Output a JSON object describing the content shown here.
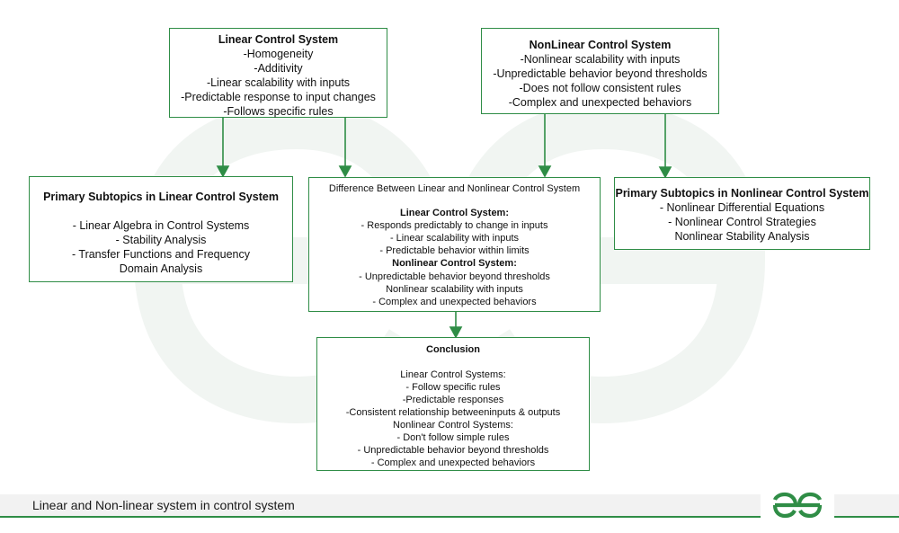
{
  "linear_box": {
    "title": "Linear Control System",
    "lines": [
      "-Homogeneity",
      "-Additivity",
      "-Linear scalability with inputs",
      "-Predictable response to input changes",
      "-Follows specific rules"
    ]
  },
  "nonlinear_box": {
    "title": "NonLinear Control System",
    "lines": [
      "-Nonlinear scalability with inputs",
      "-Unpredictable behavior beyond thresholds",
      "-Does not follow consistent rules",
      "-Complex and unexpected behaviors"
    ]
  },
  "linear_subtopics": {
    "title": "Primary Subtopics in Linear Control System",
    "lines": [
      "- Linear Algebra in Control Systems",
      "- Stability Analysis",
      "- Transfer Functions and Frequency",
      "Domain Analysis"
    ]
  },
  "nonlinear_subtopics": {
    "title": "Primary Subtopics in Nonlinear Control System",
    "lines": [
      "- Nonlinear Differential Equations",
      "- Nonlinear Control Strategies",
      "Nonlinear Stability Analysis"
    ]
  },
  "difference_box": {
    "title": "Difference Between Linear and Nonlinear Control System",
    "linear_heading": "Linear Control System:",
    "linear_lines": [
      "- Responds predictably to change in inputs",
      "- Linear scalability with inputs",
      "- Predictable behavior within limits"
    ],
    "nonlinear_heading": "Nonlinear Control System:",
    "nonlinear_lines": [
      "- Unpredictable behavior beyond thresholds",
      "Nonlinear scalability with inputs",
      "- Complex and unexpected behaviors"
    ]
  },
  "conclusion_box": {
    "title": "Conclusion",
    "lines": [
      "Linear Control Systems:",
      "- Follow specific rules",
      "-Predictable responses",
      "-Consistent relationship betweeninputs & outputs",
      "Nonlinear Control Systems:",
      "- Don't follow simple rules",
      "- Unpredictable behavior beyond thresholds",
      "- Complex and unexpected behaviors"
    ]
  },
  "footer": {
    "caption": "Linear and Non-linear system in control system",
    "logo_icon": "gfg-logo-icon"
  },
  "colors": {
    "accent": "#2f8d46",
    "watermark": "#f1f5f2"
  }
}
